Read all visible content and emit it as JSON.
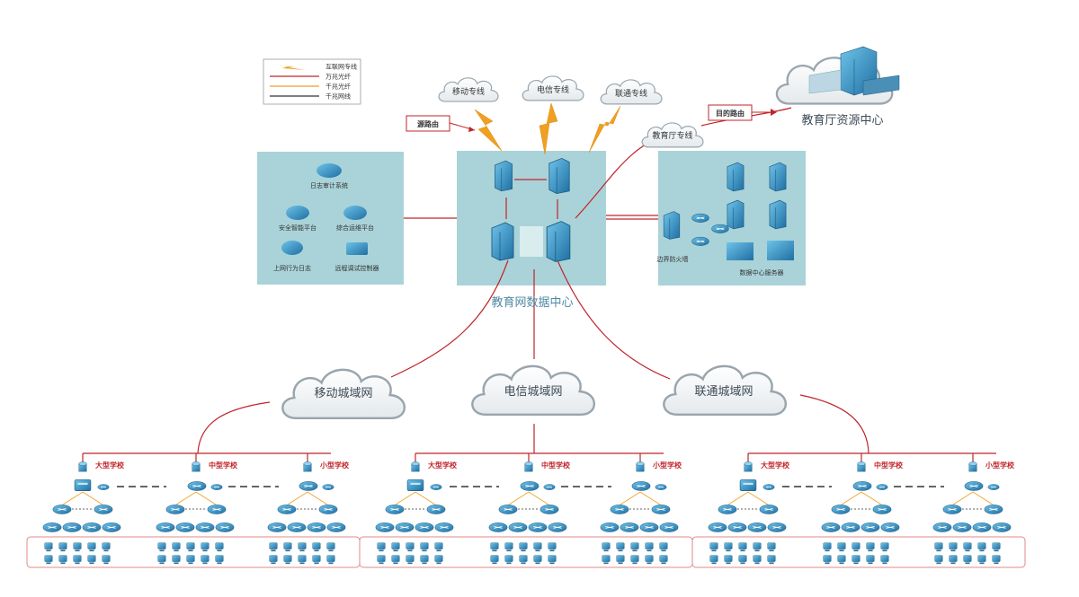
{
  "legend": {
    "items": [
      {
        "label": "互联网专线",
        "kind": "bolt",
        "color": "#f0a020"
      },
      {
        "label": "万兆光纤",
        "kind": "line",
        "color": "#c0242a"
      },
      {
        "label": "千兆光纤",
        "kind": "line",
        "color": "#f0a020"
      },
      {
        "label": "千兆网线",
        "kind": "line",
        "color": "#333333"
      }
    ]
  },
  "top_clouds": {
    "mobile": "移动专线",
    "telecom": "电信专线",
    "unicom": "联通专线",
    "edu_dept": "教育厅专线"
  },
  "routes": {
    "source": "源路由",
    "dest": "目的路由"
  },
  "resource_center": "教育厅资源中心",
  "left_panel": {
    "items": [
      "日志审计系统",
      "安全智能平台",
      "综合运维平台",
      "上网行为日志",
      "远程调试控制器"
    ]
  },
  "center_panel": {
    "title": "教育网数据中心"
  },
  "right_panel": {
    "firewall": "边界防火墙",
    "servers": "数据中心服务器"
  },
  "metro": {
    "mobile": "移动城域网",
    "telecom": "电信城域网",
    "unicom": "联通城域网"
  },
  "schools": {
    "large": "大型学校",
    "medium": "中型学校",
    "small": "小型学校"
  },
  "colors": {
    "panel": "#a9d3d8",
    "red": "#c0242a",
    "orange": "#f0a020",
    "device": "#3a8fc0",
    "cloud_stroke": "#9aa5ad"
  }
}
